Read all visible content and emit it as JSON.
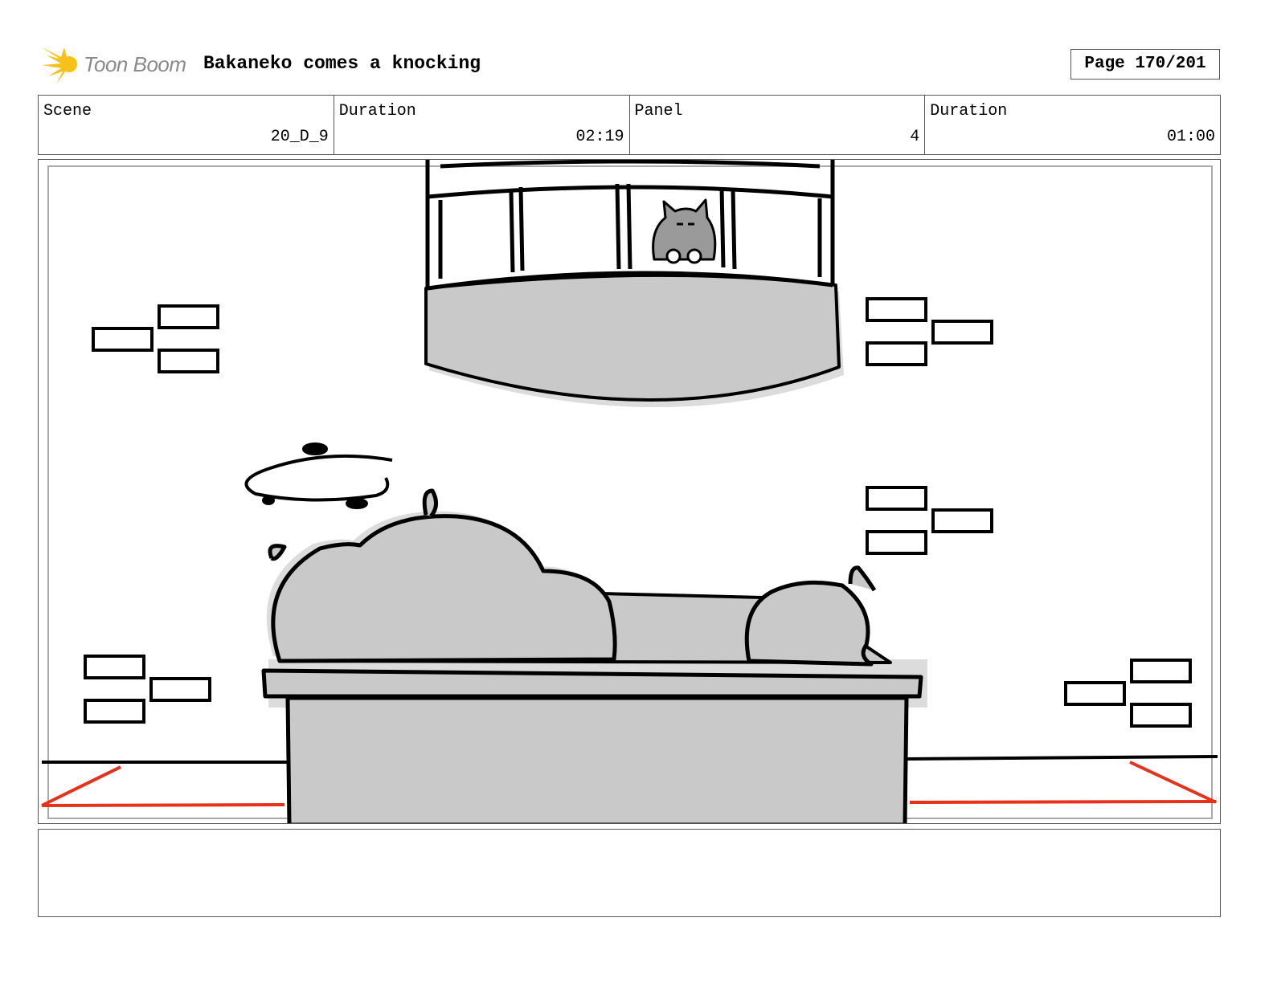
{
  "header": {
    "logo_text": "Toon Boom",
    "project_title": "Bakaneko comes a knocking",
    "page_indicator": "Page 170/201"
  },
  "info": {
    "scene_label": "Scene",
    "scene_value": "20_D_9",
    "scene_duration_label": "Duration",
    "scene_duration_value": "02:19",
    "panel_label": "Panel",
    "panel_value": "4",
    "panel_duration_label": "Duration",
    "panel_duration_value": "01:00"
  },
  "notes": {
    "text": ""
  },
  "colors": {
    "fill_gray": "#c9c9c9",
    "shadow_gray": "#dcdcdc",
    "line": "#000000",
    "perspective_red": "#e8311a",
    "logo_yellow": "#f6c11a"
  }
}
